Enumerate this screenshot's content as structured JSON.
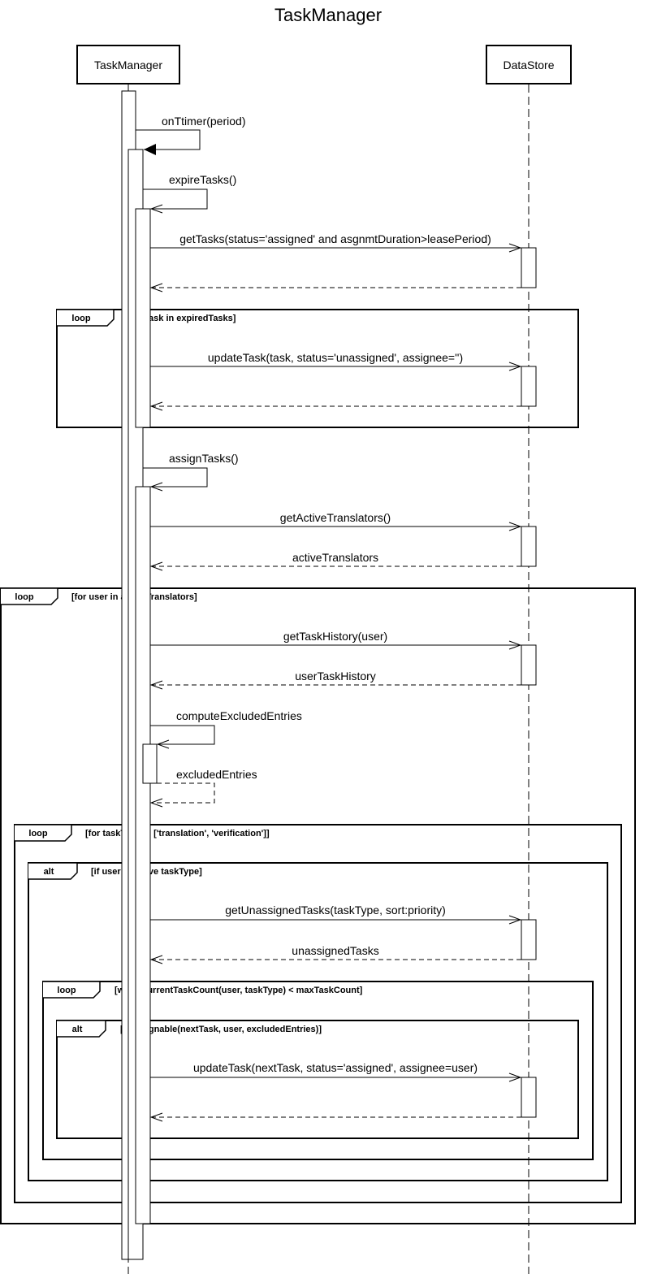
{
  "diagram": {
    "title": "TaskManager",
    "participants": {
      "taskmanager": "TaskManager",
      "datastore": "DataStore"
    },
    "messages": {
      "on_timer": "onTtimer(period)",
      "expire_tasks": "expireTasks()",
      "get_tasks": "getTasks(status='assigned' and asgnmtDuration>leasePeriod)",
      "update_task_unassign": "updateTask(task, status='unassigned', assignee='')",
      "assign_tasks": "assignTasks()",
      "get_active_translators": "getActiveTranslators()",
      "active_translators": "activeTranslators",
      "get_task_history": "getTaskHistory(user)",
      "user_task_history": "userTaskHistory",
      "compute_excluded_entries": "computeExcludedEntries",
      "excluded_entries": "excludedEntries",
      "get_unassigned_tasks": "getUnassignedTasks(taskType, sort:priority)",
      "unassigned_tasks": "unassignedTasks",
      "update_task_assign": "updateTask(nextTask, status='assigned', assignee=user)"
    },
    "fragments": {
      "loop_expired": {
        "tag": "loop",
        "condition": "[for task in expiredTasks]"
      },
      "loop_users": {
        "tag": "loop",
        "condition": "[for user in activeTranslators]"
      },
      "loop_tasktype": {
        "tag": "loop",
        "condition": "[for taskType in ['translation', 'verification']]"
      },
      "alt_active": {
        "tag": "alt",
        "condition": "[if user is active taskType]"
      },
      "loop_while": {
        "tag": "loop",
        "condition": "[while currentTaskCount(user, taskType) < maxTaskCount]"
      },
      "alt_assignable": {
        "tag": "alt",
        "condition": "[if assignable(nextTask, user, excludedEntries)]"
      }
    }
  }
}
